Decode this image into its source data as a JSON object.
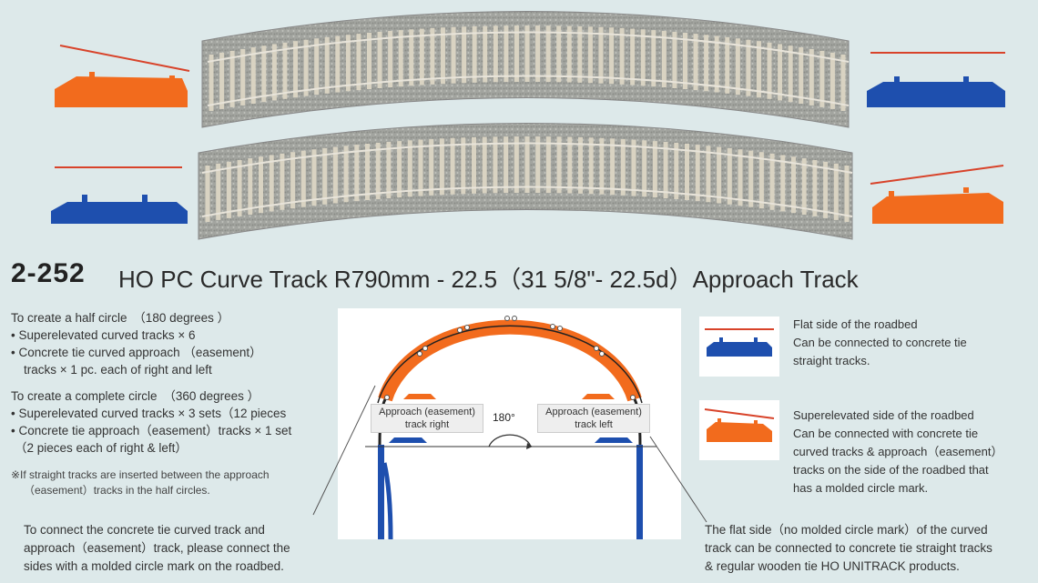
{
  "header": {
    "code": "2-252",
    "title": "HO PC Curve Track R790mm - 22.5（31 5/8\"- 22.5d）Approach Track"
  },
  "instructions": {
    "half_title": "To create a half circle　（180 degrees ）",
    "half_1": "• Superelevated curved tracks × 6",
    "half_2": "• Concrete tie curved approach （easement）",
    "half_3": "tracks × 1 pc. each of right and left",
    "full_title": "To create a complete circle　（360 degrees ）",
    "full_1": "• Superelevated curved tracks × 3 sets（12 pieces",
    "full_2": "• Concrete tie approach（easement）tracks × 1 set",
    "full_3": "（2 pieces each of right & left）",
    "note_1": "※If straight tracks are inserted between the approach",
    "note_2": "（easement）tracks in the half circles."
  },
  "diagram": {
    "label_right": "Approach (easement)\ntrack right",
    "label_left": "Approach (easement)\ntrack left",
    "angle": "180°"
  },
  "callouts": {
    "left": "To connect the concrete tie curved track and\napproach（easement）track, please connect the\nsides with a molded circle mark on the roadbed.",
    "right": "The flat side（no molded circle mark）of the curved\ntrack can be connected to concrete tie straight tracks\n& regular wooden tie HO UNITRACK products."
  },
  "legend": {
    "flat": "Flat side of the roadbed\nCan be connected to concrete tie\nstraight tracks.",
    "super": "Superelevated side of the roadbed\nCan be connected with concrete tie\ncurved tracks & approach（easement）\ntracks on the side of the roadbed that\nhas a molded circle mark."
  },
  "colors": {
    "background": "#dde9ea",
    "orange": "#f26b1d",
    "blue": "#1e4fae",
    "red_line": "#d8432a",
    "ballast": "#9a9d98",
    "tie": "#d9d3c2"
  }
}
